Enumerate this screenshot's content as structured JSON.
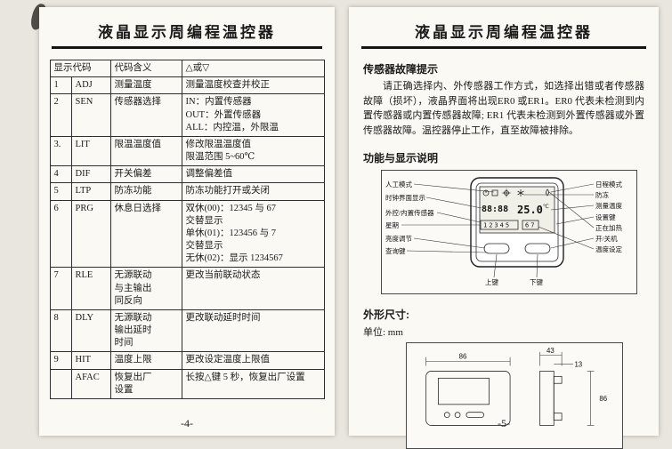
{
  "theme": {
    "ink": "#1a1a1a",
    "paper": "#faf9f4",
    "background": "#e9e6e0"
  },
  "left_page": {
    "title": "液晶显示周编程温控器",
    "page_number": "-4-",
    "table": {
      "headers": [
        "显示代码",
        "代码含义",
        "△或▽"
      ],
      "rows": [
        {
          "num": "1",
          "code": "ADJ",
          "meaning": "测量温度",
          "action": "测量温度校查并校正"
        },
        {
          "num": "2",
          "code": "SEN",
          "meaning": "传感器选择",
          "action": "IN：内置传感器\nOUT：外置传感器\nALL：内控温，外限温"
        },
        {
          "num": "3.",
          "code": "LIT",
          "meaning": "限温温度值",
          "action": "修改限温温度值\n限温范围 5~60℃"
        },
        {
          "num": "4",
          "code": "DIF",
          "meaning": "开关偏差",
          "action": "调整偏差值"
        },
        {
          "num": "5",
          "code": "LTP",
          "meaning": "防冻功能",
          "action": "防冻功能打开或关闭"
        },
        {
          "num": "6",
          "code": "PRG",
          "meaning": "休息日选择",
          "action": "双休(00)：12345 与 67\n交替显示\n单休(01)：123456 与 7\n交替显示\n无休(02)：显示 1234567"
        },
        {
          "num": "7",
          "code": "RLE",
          "meaning": "无源联动\n与主输出\n同反向",
          "action": "更改当前联动状态"
        },
        {
          "num": "8",
          "code": "DLY",
          "meaning": "无源联动\n输出延时\n时间",
          "action": "更改联动延时时间"
        },
        {
          "num": "9",
          "code": "HIT",
          "meaning": "温度上限",
          "action": "更改设定温度上限值"
        },
        {
          "num": "",
          "code": "AFAC",
          "meaning": "恢复出厂\n设置",
          "action": "长按△键 5 秒，恢复出厂设置"
        }
      ]
    }
  },
  "right_page": {
    "title": "液晶显示周编程温控器",
    "page_number": "-5-",
    "fault": {
      "heading": "传感器故障提示",
      "body": "请正确选择内、外传感器工作方式，如选择出错或者传感器故障（损坏），液晶界面将出现ER0 或ER1。ER0 代表未检测到内置传感器或内置传感器故障; ER1 代表未检测到外置传感器或外置传感器故障。温控器停止工作，直至故障被排除。"
    },
    "display": {
      "heading": "功能与显示说明",
      "left_labels": [
        "人工模式",
        "时钟界面显示",
        "外控/内置传感器",
        "星期",
        "亮度调节",
        "查询键"
      ],
      "right_labels": [
        "日程模式",
        "防冻",
        "测量温度",
        "设置键",
        "正在加热",
        "开/关机",
        "温度设定"
      ],
      "bottom_labels": [
        "上键",
        "下键"
      ],
      "lcd": {
        "time": "88:88",
        "temp": "25.0",
        "temp_unit": "℃",
        "days_a": "12345",
        "days_b": "67"
      }
    },
    "dims": {
      "heading": "外形尺寸:",
      "unit": "单位: mm",
      "width": "86",
      "depth": "43",
      "tab": "13",
      "height": "86"
    }
  }
}
